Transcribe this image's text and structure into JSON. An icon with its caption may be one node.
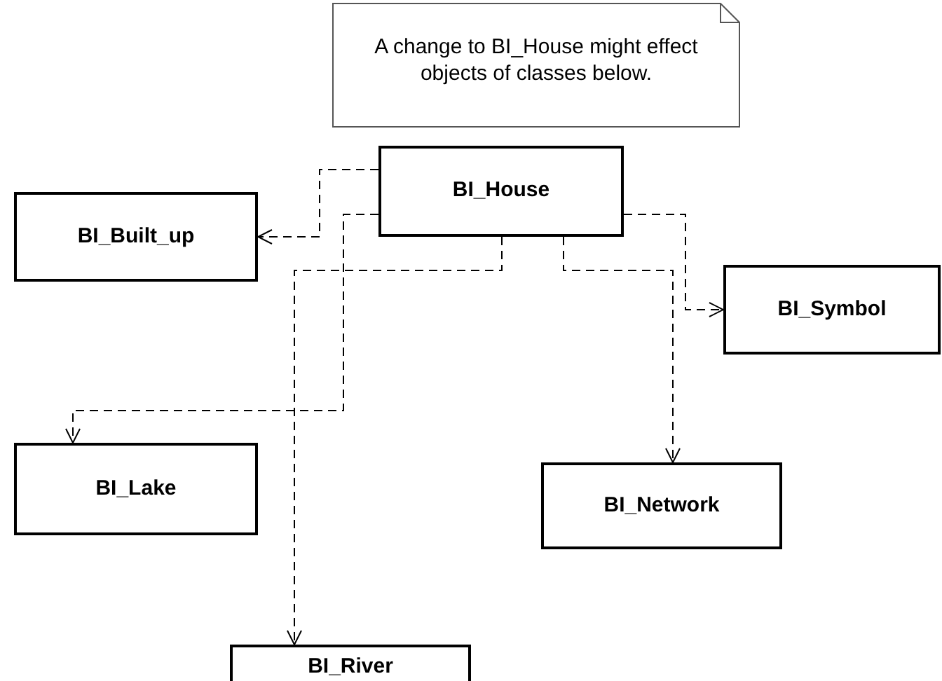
{
  "diagram": {
    "nodes": [
      {
        "text": [
          "A change to BI_House might effect objects of classes below."
        ]
      },
      {
        "text": [
          "BI_House"
        ]
      },
      {
        "text": [
          "BI_Built_up"
        ]
      },
      {
        "text": [
          "BI_Symbol"
        ]
      },
      {
        "text": [
          "BI_Lake"
        ]
      },
      {
        "text": [
          "BI_Network"
        ]
      },
      {
        "text": [
          "BI_River"
        ]
      }
    ],
    "edges": [
      {
        "from": 1,
        "to": 2,
        "arrow": "to",
        "style": "dashed"
      },
      {
        "from": 1,
        "to": 4,
        "arrow": "to",
        "style": "dashed"
      },
      {
        "from": 1,
        "to": 6,
        "arrow": "to",
        "style": "dashed"
      },
      {
        "from": 1,
        "to": 5,
        "arrow": "to",
        "style": "dashed"
      },
      {
        "from": 1,
        "to": 3,
        "arrow": "to",
        "style": "dashed"
      }
    ]
  }
}
